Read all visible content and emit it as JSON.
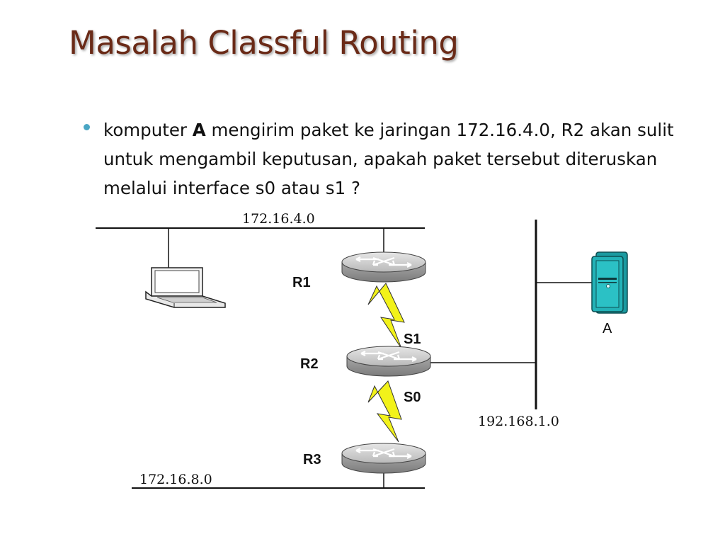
{
  "slide": {
    "title": "Masalah Classful Routing",
    "bullet": {
      "prefix": "komputer ",
      "emphasis": "A",
      "suffix": " mengirim paket ke jaringan 172.16.4.0, R2 akan sulit untuk mengambil keputusan, apakah paket tersebut diteruskan melalui interface s0 atau s1 ?"
    }
  },
  "diagram": {
    "networks": {
      "top": "172.16.4.0",
      "bottom": "172.16.8.0",
      "right": "192.168.1.0"
    },
    "routers": [
      "R1",
      "R2",
      "R3"
    ],
    "interfaces": [
      "S1",
      "S0"
    ],
    "host_label": "A",
    "colors": {
      "title": "#6a2a17",
      "bullet": "#4aa6c4",
      "serial_link": "#f2f21a",
      "server": "#1b9aa0"
    }
  }
}
